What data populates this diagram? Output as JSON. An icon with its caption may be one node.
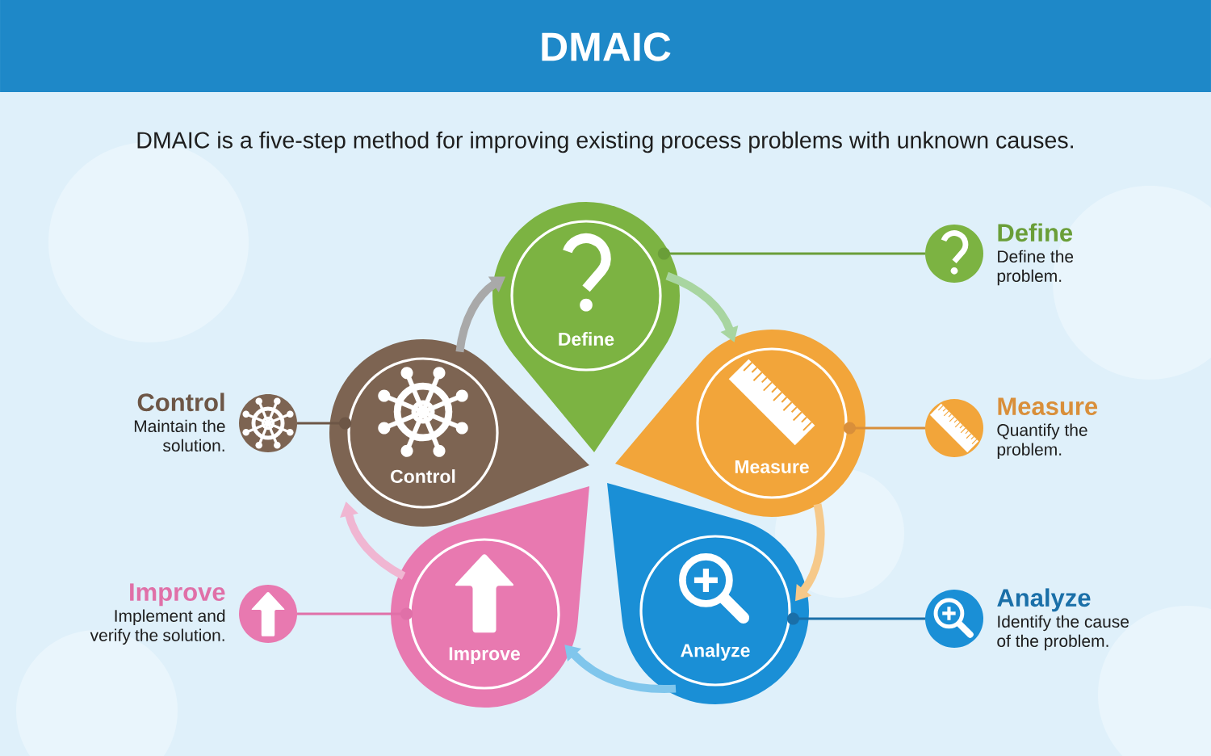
{
  "diagram": {
    "title": "DMAIC",
    "nodes": [
      {
        "text": [
          "Define"
        ]
      },
      {
        "text": [
          "Measure"
        ]
      },
      {
        "text": [
          "Analyze"
        ]
      },
      {
        "text": [
          "Improve"
        ]
      },
      {
        "text": [
          "Control"
        ]
      },
      {
        "text": [
          "Define",
          "Define the problem."
        ]
      },
      {
        "text": [
          "Measure",
          "Quantify the problem."
        ]
      },
      {
        "text": [
          "Analyze",
          "Identify the cause of the problem."
        ]
      },
      {
        "text": [
          "Control",
          "Maintain the solution."
        ]
      },
      {
        "text": [
          "Improve",
          "Implement and verify the solution."
        ]
      }
    ],
    "edges": [
      {
        "from": 4,
        "to": 0,
        "arrow": "to",
        "style": "thick",
        "color": "#a9a9a9"
      },
      {
        "from": 0,
        "to": 1,
        "arrow": "to",
        "style": "thick",
        "color": "#a8d5a0"
      },
      {
        "from": 1,
        "to": 2,
        "arrow": "to",
        "style": "thick",
        "color": "#f6c98a"
      },
      {
        "from": 2,
        "to": 3,
        "arrow": "to",
        "style": "thick",
        "color": "#80c6ec"
      },
      {
        "from": 3,
        "to": 4,
        "arrow": "to",
        "style": "thick",
        "color": "#f0b6d2"
      },
      {
        "from": 0,
        "to": 5,
        "arrow": "other",
        "color": "#6a9e38"
      },
      {
        "from": 1,
        "to": 6,
        "arrow": "other",
        "color": "#d98f3a"
      },
      {
        "from": 2,
        "to": 7,
        "arrow": "other",
        "color": "#1a6fa8"
      },
      {
        "from": 4,
        "to": 8,
        "arrow": "other",
        "color": "#6d5646"
      },
      {
        "from": 3,
        "to": 9,
        "arrow": "other",
        "color": "#e070a8"
      }
    ],
    "labels": [
      "DMAIC is a five-step method for improving existing process problems with unknown causes."
    ]
  }
}
